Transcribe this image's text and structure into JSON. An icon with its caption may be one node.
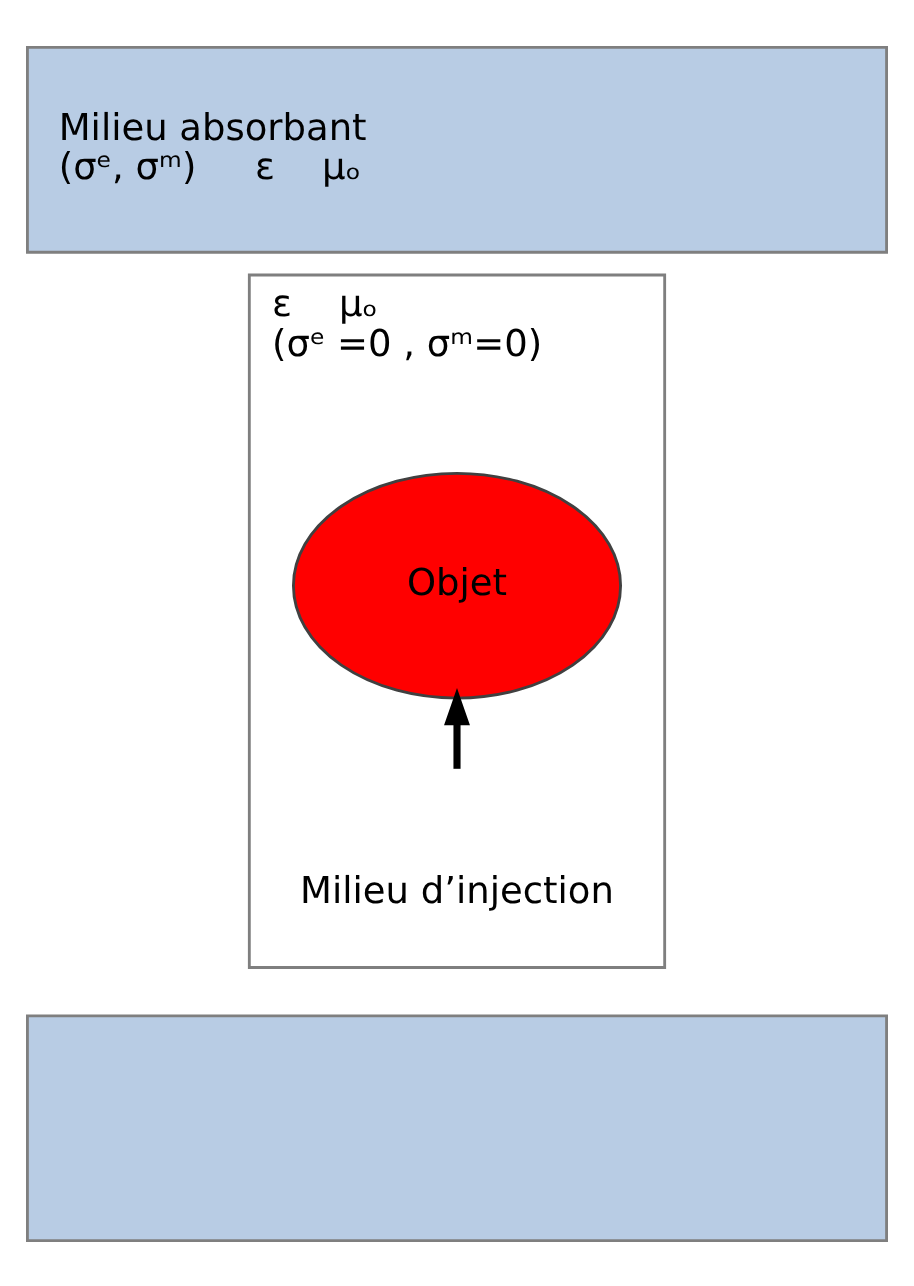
{
  "diagram": {
    "nodes": [
      {
        "text": [
          "Milieu absorbant",
          "(σᵉ, σᵐ)     ε    μₒ"
        ]
      },
      {
        "text": [
          "ε    μₒ",
          "(σᵉ =0 , σᵐ=0)",
          "Milieu d’injection"
        ]
      },
      {
        "text": [
          "Objet"
        ],
        "in": 1
      },
      {
        "text": [],
        "shape": "box"
      }
    ],
    "edges": [
      {
        "from": null,
        "to": 2,
        "arrow": "to"
      }
    ]
  }
}
